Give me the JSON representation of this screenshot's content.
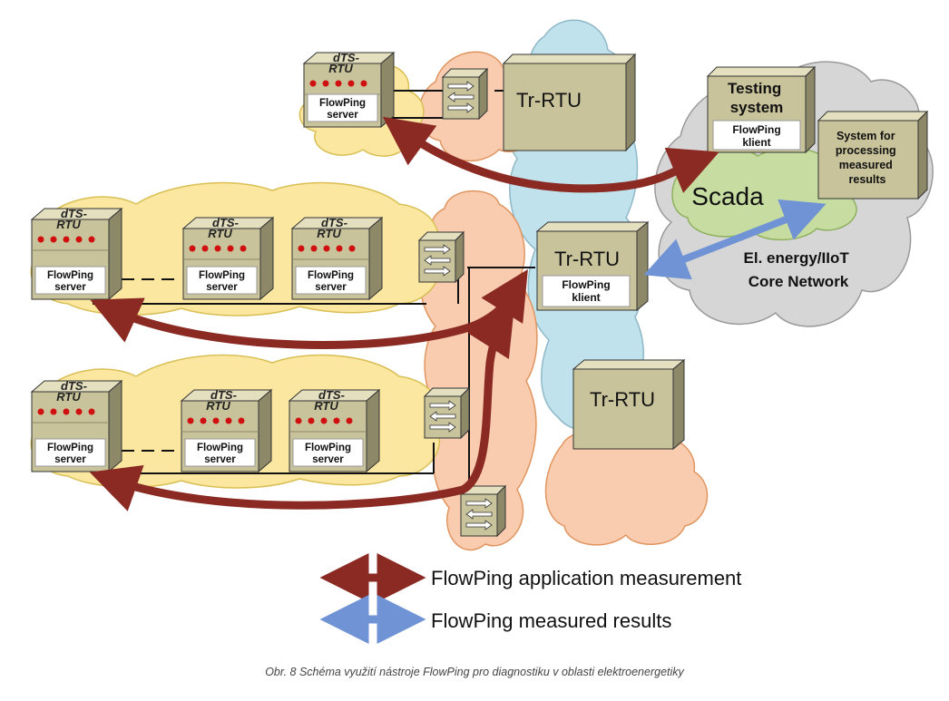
{
  "diagram": {
    "dts_rtu_label": "dTS-RTU",
    "flowping_label": "FlowPing",
    "server_label": "server",
    "klient_label": "klient",
    "tr_rtu_label": "Tr-RTU",
    "testing_system_label": "Testing system",
    "processing_system_label": "System for processing measured results",
    "scada_label": "Scada",
    "core_network_label": "El. energy/IIoT Core Network",
    "colors": {
      "measurement_arrow": "#8b2a22",
      "results_arrow": "#6f93d4",
      "yellow_cloud": "#fbe7a0",
      "orange_cloud": "#f9ccb0",
      "blue_cloud": "#bfe2ec",
      "gray_cloud": "#d6d6d6",
      "green_cloud": "#c6dca0",
      "box_fill": "#c8c39a",
      "led_color": "#d01010"
    }
  },
  "legend": {
    "measurement_label": "FlowPing application measurement",
    "results_label": "FlowPing measured results"
  },
  "caption": "Obr. 8  Schéma využití nástroje FlowPing pro diagnostiku v oblasti elektroenergetiky"
}
